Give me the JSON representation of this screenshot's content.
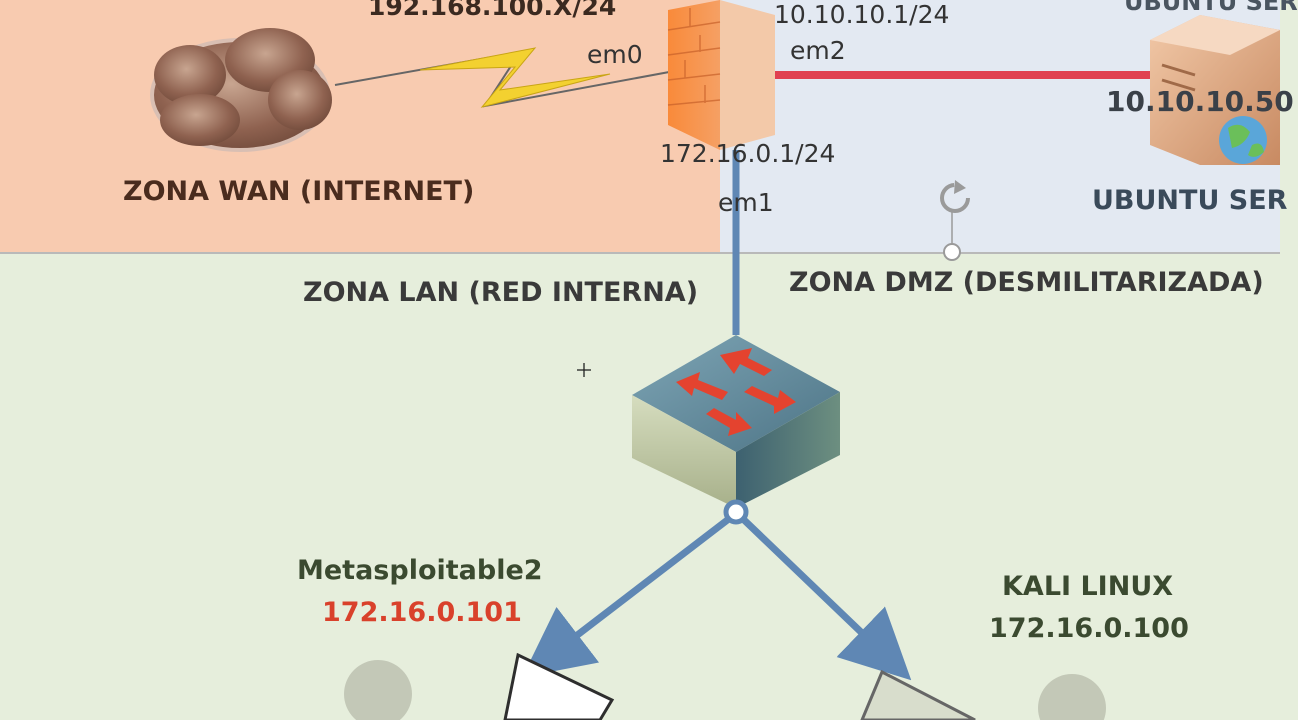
{
  "zones": {
    "wan": "ZONA WAN (INTERNET)",
    "lan": "ZONA LAN (RED INTERNA)",
    "dmz": "ZONA DMZ (DESMILITARIZADA)"
  },
  "firewall": {
    "wan_network": "192.168.100.X/24",
    "wan_iface": "em0",
    "dmz_ip": "10.10.10.1/24",
    "dmz_iface": "em2",
    "lan_ip": "172.16.0.1/24",
    "lan_iface": "em1"
  },
  "dmz_server": {
    "title_top": "UBUNTU SER",
    "ip": "10.10.10.50",
    "label": "UBUNTU SER"
  },
  "hosts": {
    "metasploitable": {
      "name": "Metasploitable2",
      "ip": "172.16.0.101"
    },
    "kali": {
      "name": "KALI LINUX",
      "ip": "172.16.0.100"
    }
  },
  "colors": {
    "wan_zone": "#f8cbb0",
    "dmz_zone": "#e3e9f2",
    "lan_zone": "#e6eedc",
    "dmz_link": "#e04050",
    "lan_link": "#5f87b4",
    "metasploitable_ip": "#d9412b"
  }
}
